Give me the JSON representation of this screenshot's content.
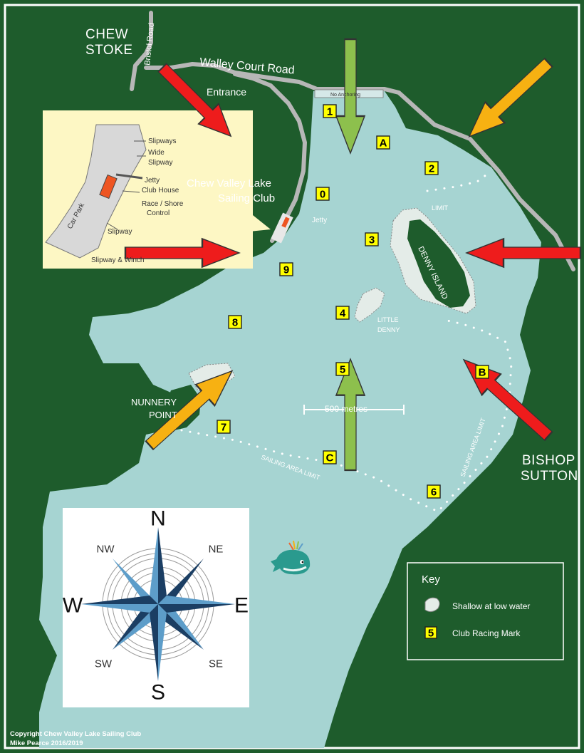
{
  "places": {
    "chew_stoke_line1": "CHEW",
    "chew_stoke_line2": "STOKE",
    "bishop_sutton_line1": "BISHOP",
    "bishop_sutton_line2": "SUTTON",
    "nunnery_line1": "NUNNERY",
    "nunnery_line2": "POINT",
    "denny_island": "DENNY ISLAND",
    "little_denny_line1": "LITTLE",
    "little_denny_line2": "DENNY"
  },
  "roads": {
    "bristol_road": "Bristol Road",
    "walley_court_road": "Walley Court Road",
    "entrance": "Entrance",
    "no_anchoring": "No Anchoring"
  },
  "club": {
    "name_line1": "Chew Valley Lake",
    "name_line2": "Sailing Club",
    "jetty": "Jetty"
  },
  "inset": {
    "slipways": "Slipways",
    "wide_slipway_line1": "Wide",
    "wide_slipway_line2": "Slipway",
    "jetty": "Jetty",
    "club_house": "Club House",
    "race_control_line1": "Race / Shore",
    "race_control_line2": "Control",
    "car_park": "Car Park",
    "slipway": "Slipway",
    "slipway_winch": "Slipway & Winch"
  },
  "limits": {
    "limit": "LIMIT",
    "sailing_area_limit_south": "SAILING AREA LIMIT",
    "sailing_area_limit_east": "SAILING AREA LIMIT"
  },
  "scale": {
    "label": "500 metres"
  },
  "marks": [
    {
      "id": "1"
    },
    {
      "id": "A"
    },
    {
      "id": "2"
    },
    {
      "id": "0"
    },
    {
      "id": "3"
    },
    {
      "id": "9"
    },
    {
      "id": "4"
    },
    {
      "id": "8"
    },
    {
      "id": "5"
    },
    {
      "id": "B"
    },
    {
      "id": "7"
    },
    {
      "id": "C"
    },
    {
      "id": "6"
    }
  ],
  "compass": {
    "n": "N",
    "s": "S",
    "e": "E",
    "w": "W",
    "ne": "NE",
    "nw": "NW",
    "se": "SE",
    "sw": "SW"
  },
  "key": {
    "title": "Key",
    "shallow": "Shallow at low water",
    "mark_sample": "5",
    "mark": "Club Racing Mark"
  },
  "copyright": {
    "line1": "Copyright Chew Valley Lake Sailing Club",
    "line2": "Mike Pearce 2016/2019"
  },
  "colors": {
    "land": "#1e5c2c",
    "water": "#a6d4d2",
    "road": "#b7b7b7",
    "mark": "#ffff00",
    "arrow_red": "#ee1c1c",
    "arrow_orange": "#f7b112",
    "arrow_green": "#8dc04d",
    "inset_bg": "#fdf7c4",
    "compass_dark": "#1b3e63",
    "compass_light": "#5d9dc9"
  }
}
